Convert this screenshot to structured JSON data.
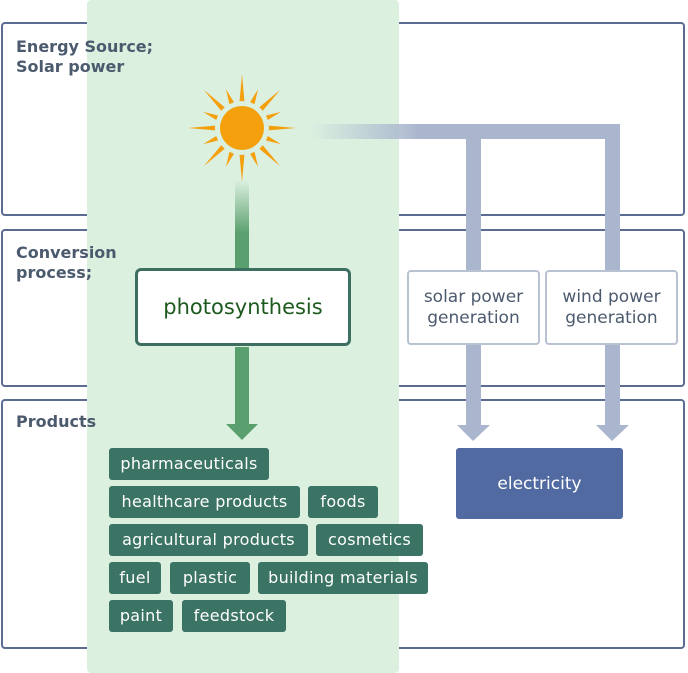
{
  "rows": {
    "energy_label": "Energy Source;\nSolar power",
    "conversion_label": "Conversion\nprocess;",
    "products_label": "Products"
  },
  "processes": {
    "photosynthesis": "photosynthesis",
    "solar_generation": "solar power\ngeneration",
    "wind_generation": "wind power\ngeneration"
  },
  "electricity": "electricity",
  "products": [
    "pharmaceuticals",
    "healthcare products",
    "foods",
    "agricultural products",
    "cosmetics",
    "fuel",
    "plastic",
    "building materials",
    "paint",
    "feedstock"
  ],
  "colors": {
    "green_column": "#dcf0e0",
    "green_arrow": "#5aa06e",
    "blue_arrow": "#a9b6cd",
    "product_chip": "#3b7364",
    "electricity_box": "#516aa1",
    "sun": "#f4a00c"
  },
  "icons": {
    "sun": "sun-icon"
  }
}
